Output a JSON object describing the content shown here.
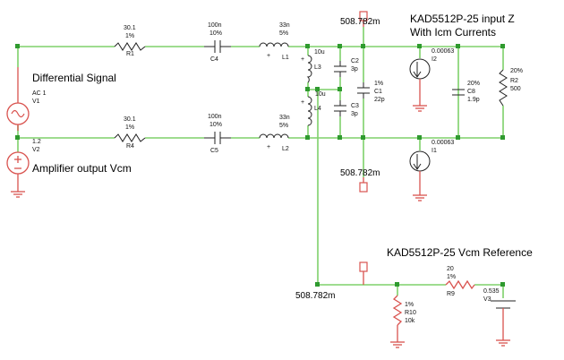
{
  "annotations": {
    "differential_signal": "Differential Signal",
    "amplifier_output_vcm": "Amplifier output Vcm",
    "input_z_line1": "KAD5512P-25 input Z",
    "input_z_line2": "With Icm Currents",
    "vcm_reference": "KAD5512P-25 Vcm Reference"
  },
  "probes": {
    "top": "508.782m",
    "bottom": "508.782m",
    "vcm": "508.782m"
  },
  "components": {
    "r1": {
      "name": "R1",
      "value": "30.1",
      "tolerance": "1%"
    },
    "r4": {
      "name": "R4",
      "value": "30.1",
      "tolerance": "1%"
    },
    "c4": {
      "name": "C4",
      "value": "100n",
      "tolerance": "10%"
    },
    "c5": {
      "name": "C5",
      "value": "100n",
      "tolerance": "10%"
    },
    "l1": {
      "name": "L1",
      "value": "33n",
      "tolerance": "5%"
    },
    "l2": {
      "name": "L2",
      "value": "33n",
      "tolerance": "5%"
    },
    "l3": {
      "name": "L3",
      "value": "10u"
    },
    "l4": {
      "name": "L4",
      "value": "10u"
    },
    "c2": {
      "name": "C2",
      "value": "3p"
    },
    "c3": {
      "name": "C3",
      "value": "3p"
    },
    "c1": {
      "name": "C1",
      "value": "22p",
      "tolerance": "1%"
    },
    "i2": {
      "name": "I2",
      "value": "0.00063"
    },
    "i1": {
      "name": "I1",
      "value": "0.00063"
    },
    "c8": {
      "name": "C8",
      "value": "1.9p",
      "tolerance": "20%"
    },
    "r2": {
      "name": "R2",
      "value": "500",
      "tolerance": "20%"
    },
    "v1": {
      "name": "V1",
      "value": "AC 1"
    },
    "v2": {
      "name": "V2",
      "value": "1.2"
    },
    "r9": {
      "name": "R9",
      "value": "20",
      "tolerance": "1%"
    },
    "r10": {
      "name": "R10",
      "value": "10k",
      "tolerance": "1%"
    },
    "v3": {
      "name": "V3",
      "value": "0.535"
    }
  },
  "colors": {
    "wire": "#7fd16a",
    "junction": "#2f9a2f",
    "source_and_ground": "#d9534f",
    "component": "#222222"
  }
}
